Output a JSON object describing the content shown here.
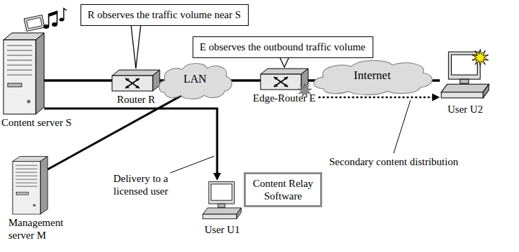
{
  "diagram": {
    "nodes": [
      {
        "text": [
          "R observes the traffic volume near S"
        ]
      },
      {
        "text": [
          "E observes the outbound traffic volume"
        ]
      },
      {
        "text": [
          "Content server S"
        ]
      },
      {
        "text": [
          "Router R"
        ]
      },
      {
        "text": [
          "LAN"
        ]
      },
      {
        "text": [
          "Edge-Router E"
        ]
      },
      {
        "text": [
          "Internet"
        ]
      },
      {
        "text": [
          "User U2"
        ]
      },
      {
        "text": [
          "Management server M"
        ]
      },
      {
        "text": [
          "User U1"
        ]
      },
      {
        "text": [
          "Content Relay Software"
        ]
      }
    ],
    "edges": [
      {
        "from": 2,
        "to": 3,
        "arrow": "none"
      },
      {
        "from": 3,
        "to": 4,
        "arrow": "none"
      },
      {
        "from": 4,
        "to": 5,
        "arrow": "none"
      },
      {
        "from": 5,
        "to": 6,
        "arrow": "none"
      },
      {
        "from": 6,
        "to": 7,
        "arrow": "none"
      },
      {
        "from": 8,
        "to": 4,
        "arrow": "none"
      },
      {
        "from": 2,
        "to": 9,
        "arrow": "to"
      },
      {
        "from": 5,
        "to": 7,
        "arrow": "to"
      },
      {
        "from": 0,
        "to": 3,
        "arrow": "none"
      },
      {
        "from": 1,
        "to": 5,
        "arrow": "none"
      }
    ],
    "labels": [
      "Delivery to a licensed user",
      "Secondary content distribution"
    ]
  }
}
